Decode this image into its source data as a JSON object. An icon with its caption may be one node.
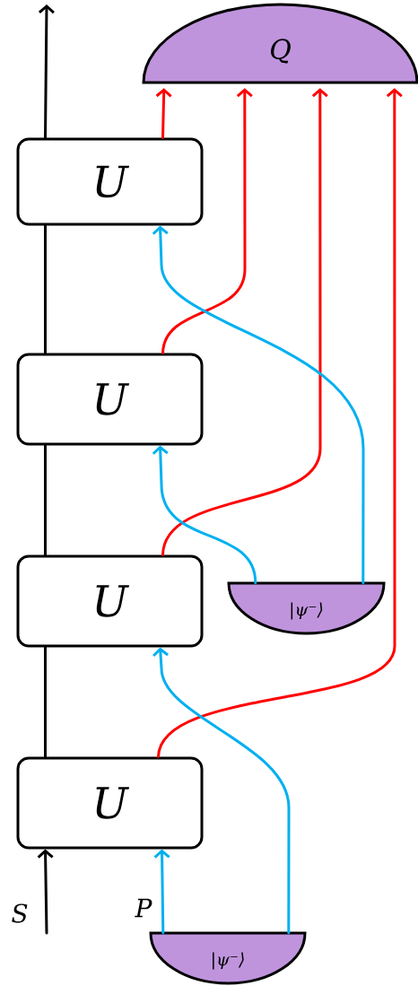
{
  "diagram": {
    "nodes": [
      {
        "text": [
          "Q"
        ]
      },
      {
        "text": [
          "U"
        ]
      },
      {
        "text": [
          "U"
        ]
      },
      {
        "text": [
          "U"
        ]
      },
      {
        "text": [
          "|ψ⁻⟩"
        ]
      },
      {
        "text": [
          "U"
        ]
      },
      {
        "text": [
          "|ψ⁻⟩"
        ]
      }
    ],
    "edges": [
      {
        "from": null,
        "to": 5,
        "arrow": "to"
      },
      {
        "from": 5,
        "to": 3,
        "arrow": "none"
      },
      {
        "from": 3,
        "to": 2,
        "arrow": "none"
      },
      {
        "from": 2,
        "to": 1,
        "arrow": "none"
      },
      {
        "from": 1,
        "to": null,
        "arrow": "to"
      },
      {
        "from": 1,
        "to": 0,
        "arrow": "to",
        "color": "#ff0000"
      },
      {
        "from": 2,
        "to": 0,
        "arrow": "to",
        "color": "#ff0000"
      },
      {
        "from": 3,
        "to": 0,
        "arrow": "to",
        "color": "#ff0000"
      },
      {
        "from": 5,
        "to": 0,
        "arrow": "to",
        "color": "#ff0000"
      },
      {
        "from": 6,
        "to": 5,
        "arrow": "to",
        "color": "#00b0f0"
      },
      {
        "from": 6,
        "to": 3,
        "arrow": "to",
        "color": "#00b0f0"
      },
      {
        "from": 4,
        "to": 2,
        "arrow": "to",
        "color": "#00b0f0"
      },
      {
        "from": 4,
        "to": 1,
        "arrow": "to",
        "color": "#00b0f0"
      }
    ],
    "labels": [
      "S",
      "P"
    ]
  }
}
